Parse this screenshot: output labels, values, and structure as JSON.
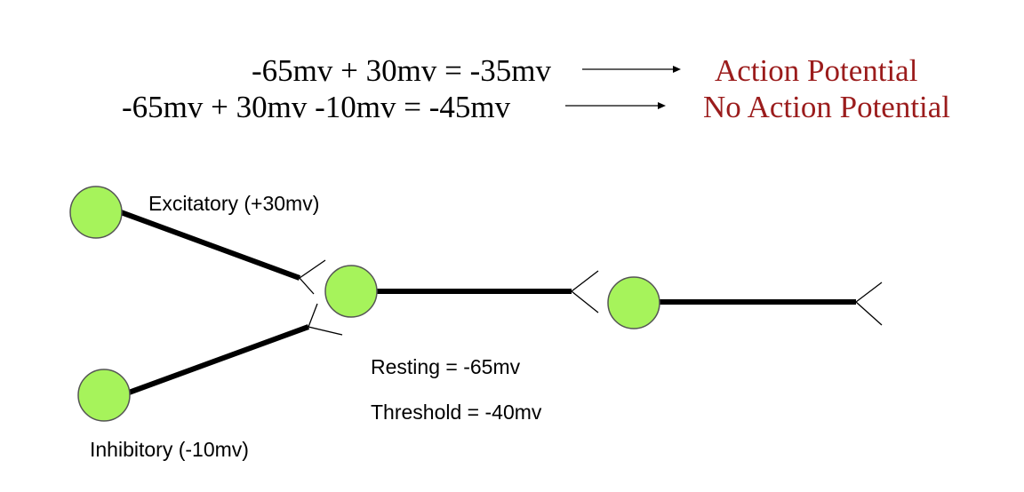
{
  "equations": [
    {
      "expression": "-65mv + 30mv = -35mv",
      "result": "Action Potential"
    },
    {
      "expression": "-65mv + 30mv -10mv = -45mv",
      "result": "No Action Potential"
    }
  ],
  "labels": {
    "excitatory": "Excitatory (+30mv)",
    "inhibitory": "Inhibitory (-10mv)",
    "resting": "Resting = -65mv",
    "threshold": "Threshold = -40mv"
  },
  "colors": {
    "neuron_fill": "#a6f35b",
    "neuron_stroke": "#555555",
    "axon": "#000000",
    "result_text": "#9b1c1c",
    "text": "#000000"
  }
}
